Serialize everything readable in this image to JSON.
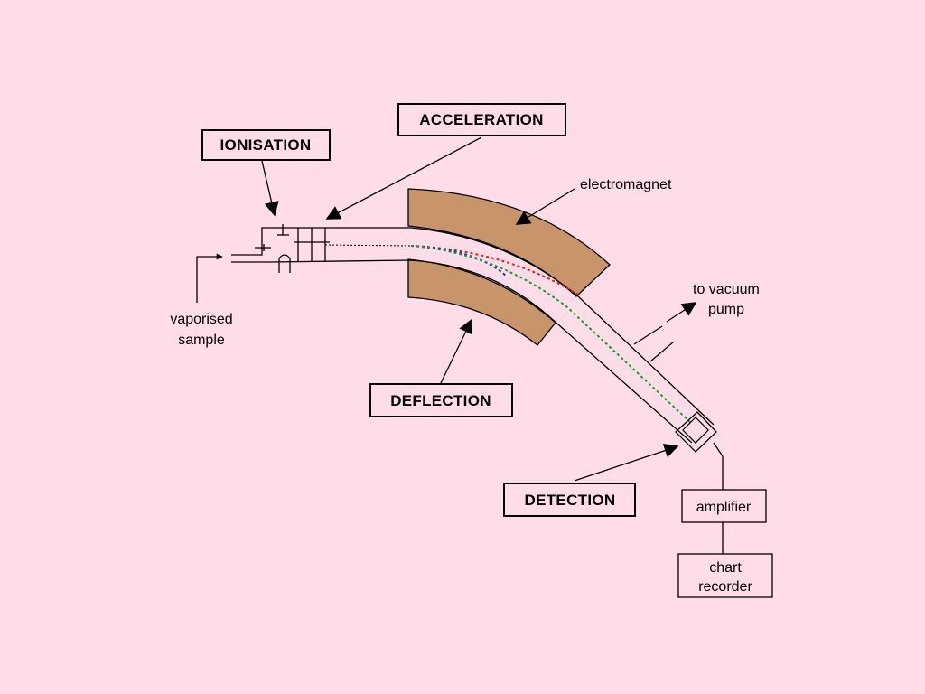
{
  "stages": {
    "ionisation": "IONISATION",
    "acceleration": "ACCELERATION",
    "deflection": "DEFLECTION",
    "detection": "DETECTION"
  },
  "labels": {
    "electromagnet": "electromagnet",
    "vacuum_line1": "to vacuum",
    "vacuum_line2": "pump",
    "sample_line1": "vaporised",
    "sample_line2": "sample"
  },
  "boxes": {
    "amplifier": "amplifier",
    "recorder_line1": "chart",
    "recorder_line2": "recorder"
  },
  "colors": {
    "background": "#ffdde8",
    "magnet": "#c8956b",
    "beam_red": "#e02020",
    "beam_blue": "#2030d0",
    "beam_green": "#10a030"
  }
}
